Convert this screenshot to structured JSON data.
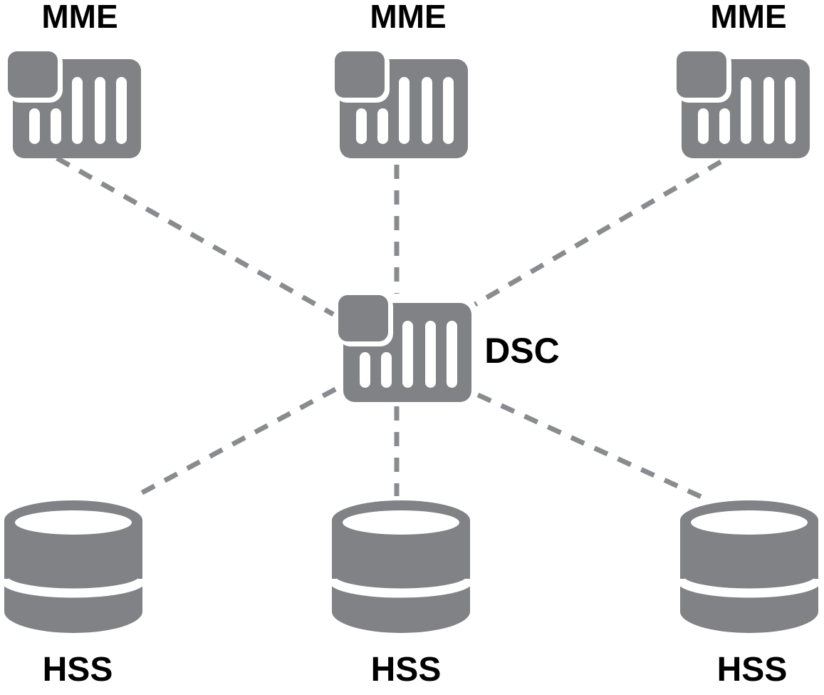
{
  "diagram": {
    "nodes": {
      "mme1": {
        "label": "MME",
        "icon": "server-icon"
      },
      "mme2": {
        "label": "MME",
        "icon": "server-icon"
      },
      "mme3": {
        "label": "MME",
        "icon": "server-icon"
      },
      "dsc": {
        "label": "DSC",
        "icon": "server-icon"
      },
      "hss1": {
        "label": "HSS",
        "icon": "database-icon"
      },
      "hss2": {
        "label": "HSS",
        "icon": "database-icon"
      },
      "hss3": {
        "label": "HSS",
        "icon": "database-icon"
      }
    },
    "edges": [
      {
        "from": "mme1",
        "to": "dsc",
        "style": "dashed"
      },
      {
        "from": "mme2",
        "to": "dsc",
        "style": "dashed"
      },
      {
        "from": "mme3",
        "to": "dsc",
        "style": "dashed"
      },
      {
        "from": "dsc",
        "to": "hss1",
        "style": "dashed"
      },
      {
        "from": "dsc",
        "to": "hss2",
        "style": "dashed"
      },
      {
        "from": "dsc",
        "to": "hss3",
        "style": "dashed"
      }
    ],
    "colors": {
      "icon_gray": "#818285",
      "line_gray": "#898b8e",
      "label_color": "#000000",
      "background": "#ffffff"
    }
  }
}
